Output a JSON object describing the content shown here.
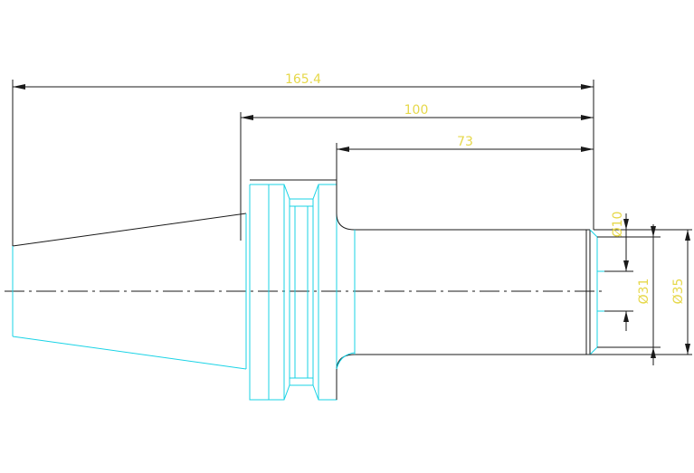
{
  "colors": {
    "background": "#ffffff",
    "dimension_line": "#1a1a1a",
    "dimension_text": "#e6d84a",
    "part_outline_cyan": "#19d3e6",
    "part_outline_dark": "#1a1a1a",
    "centerline": "#1a1a1a"
  },
  "dimensions": {
    "overall_length": "165.4",
    "flange_to_end": "100",
    "body_length": "73",
    "bore_small": "Ø10",
    "bore_mid": "Ø31",
    "outer_diameter": "Ø35"
  }
}
